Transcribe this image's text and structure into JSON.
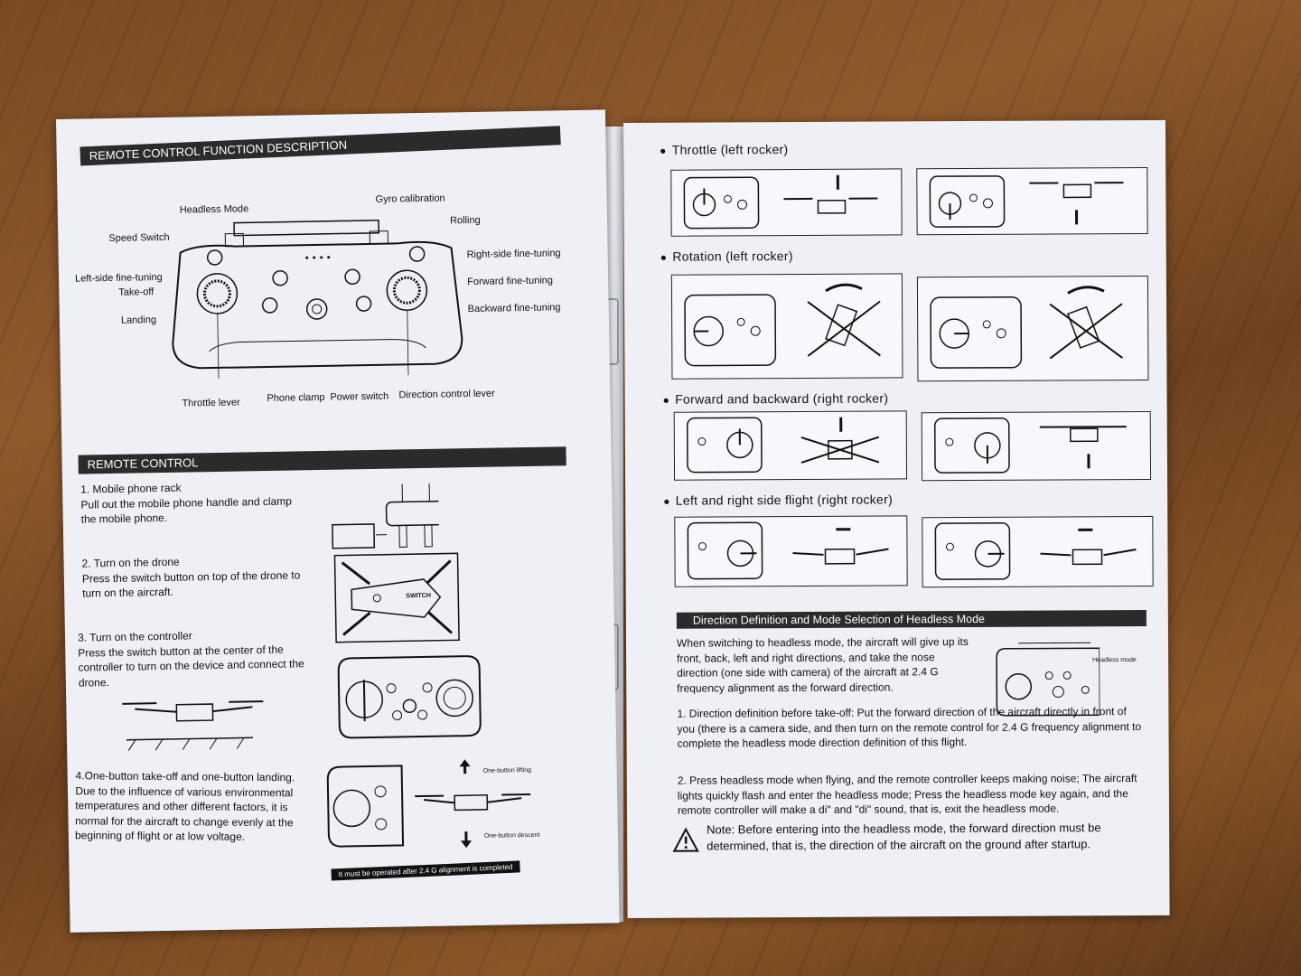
{
  "left_page": {
    "function_title": "REMOTE CONTROL FUNCTION DESCRIPTION",
    "callouts": {
      "headless_mode": "Headless Mode",
      "gyro": "Gyro calibration",
      "speed_switch": "Speed Switch",
      "rolling": "Rolling",
      "right_trim": "Right-side fine-tuning",
      "left_trim": "Left-side fine-tuning",
      "takeoff": "Take-off",
      "forward_trim": "Forward fine-tuning",
      "landing": "Landing",
      "backward_trim": "Backward fine-tuning",
      "throttle_lever": "Throttle lever",
      "phone_clamp": "Phone clamp",
      "power_switch": "Power switch",
      "direction_lever": "Direction control lever"
    },
    "control_title": "REMOTE CONTROL",
    "steps": [
      {
        "title": "1. Mobile phone rack",
        "body": "Pull out the mobile phone handle and clamp the mobile phone."
      },
      {
        "title": "2. Turn on the drone",
        "body": "Press the switch button on top of the drone to turn on the aircraft."
      },
      {
        "title": "3. Turn on the controller",
        "body": "Press the switch button at the center of the controller to turn on the device and connect the drone."
      },
      {
        "title": "4.One-button take-off and one-button landing.",
        "body": "Due to the influence of various environmental temperatures and other different factors, it is normal for the aircraft to change evenly at the beginning of flight or at low voltage."
      }
    ],
    "switch_label": "SWITCH",
    "one_button_lifting": "One-button lifting",
    "one_button_descent": "One-button descent",
    "footer_strip": "It must be operated after 2.4 G alignment is completed"
  },
  "right_page": {
    "sections": [
      {
        "title": "Throttle (left rocker)"
      },
      {
        "title": "Rotation (left rocker)"
      },
      {
        "title": "Forward and backward (right rocker)"
      },
      {
        "title": "Left and right side flight (right rocker)"
      }
    ],
    "headless_title": "Direction Definition and Mode Selection of Headless Mode",
    "headless_intro": "When switching to headless mode, the aircraft will give up its front, back, left and right directions, and take the nose direction (one side with camera) of the aircraft at 2.4 G frequency alignment as the forward direction.",
    "headless_label": "Headless mode",
    "step1": "1. Direction definition before take-off: Put the forward direction of the aircraft directly in front of you (there is a camera side, and then turn on the remote control for 2.4 G frequency alignment to complete the headless mode direction definition of this flight.",
    "step2": "2. Press headless mode when flying, and the remote controller keeps making noise; The aircraft lights quickly flash and enter the headless mode; Press the headless mode key again, and the remote controller will make a di\" and \"di\" sound, that is, exit the headless mode.",
    "note": "Note: Before entering into the headless mode, the forward direction must be determined, that is, the direction of the aircraft on the ground after startup."
  }
}
